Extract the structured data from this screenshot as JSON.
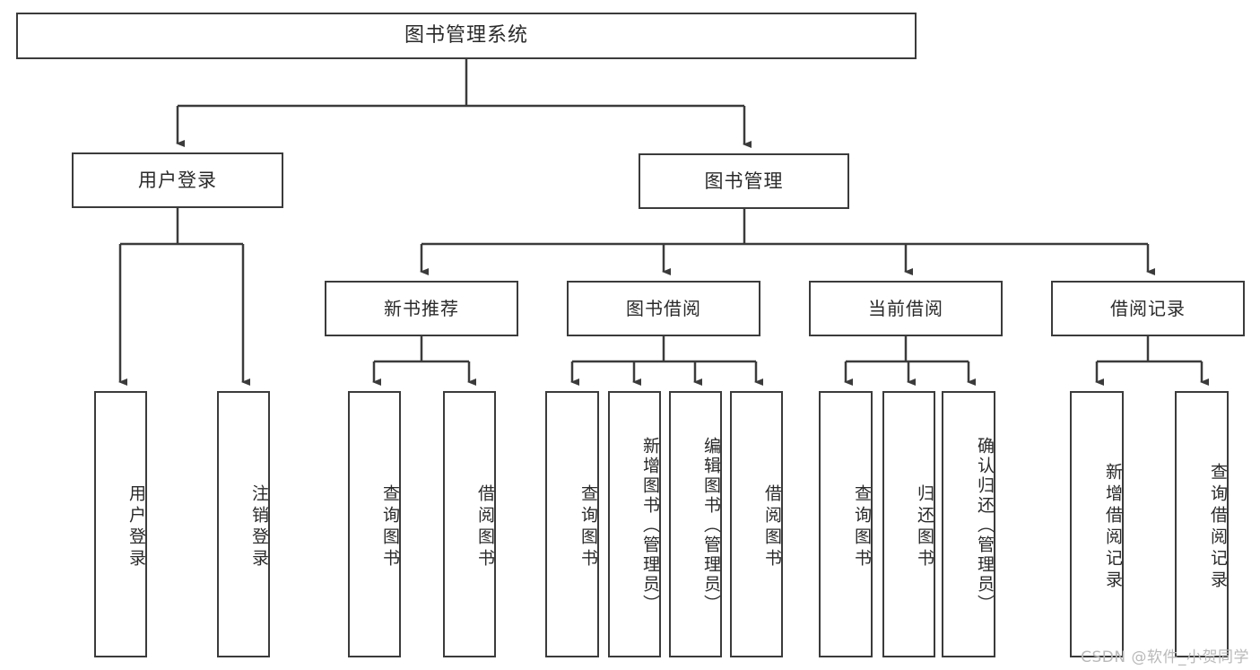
{
  "diagram": {
    "title": "图书管理系统",
    "root": {
      "label": "图书管理系统"
    },
    "level1": [
      {
        "label": "用户登录"
      },
      {
        "label": "图书管理"
      }
    ],
    "level2": [
      {
        "label": "新书推荐"
      },
      {
        "label": "图书借阅"
      },
      {
        "label": "当前借阅"
      },
      {
        "label": "借阅记录"
      }
    ],
    "leaves": {
      "user_login": [
        {
          "label": "用户登录"
        },
        {
          "label": "注销登录"
        }
      ],
      "new_book_recommend": [
        {
          "label": "查询图书"
        },
        {
          "label": "借阅图书"
        }
      ],
      "book_borrow": [
        {
          "label": "查询图书"
        },
        {
          "label": "新增图书（管理员）"
        },
        {
          "label": "编辑图书（管理员）"
        },
        {
          "label": "借阅图书"
        }
      ],
      "current_borrow": [
        {
          "label": "查询图书"
        },
        {
          "label": "归还图书"
        },
        {
          "label": "确认归还（管理员）"
        }
      ],
      "borrow_record": [
        {
          "label": "新增借阅记录"
        },
        {
          "label": "查询借阅记录"
        }
      ]
    }
  },
  "watermark": {
    "text": "CSDN @软件_小贺同学"
  },
  "colors": {
    "stroke": "#3b3b3b",
    "box_fill": "#ffffff",
    "text": "#2a2a2a",
    "watermark": "#b9b9b9"
  }
}
